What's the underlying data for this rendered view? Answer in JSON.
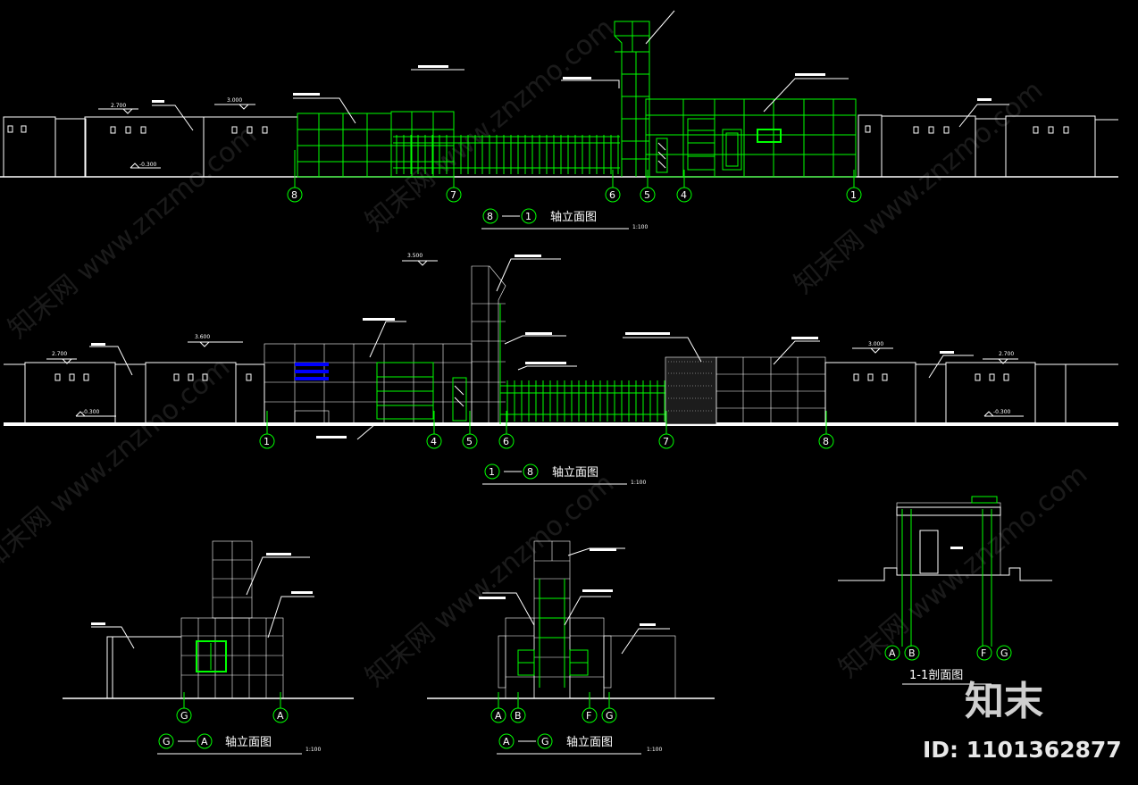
{
  "elevations": {
    "e81": {
      "from": "8",
      "to": "1",
      "label": "轴立面图",
      "scale": "1:100"
    },
    "e18": {
      "from": "1",
      "to": "8",
      "label": "轴立面图",
      "scale": "1:100"
    },
    "ega": {
      "from": "G",
      "to": "A",
      "label": "轴立面图",
      "scale": "1:100"
    },
    "eag": {
      "from": "A",
      "to": "G",
      "label": "轴立面图",
      "scale": "1:100"
    },
    "sec": {
      "label": "1-1剖面图"
    }
  },
  "levels": {
    "l1": "2.700",
    "l2": "3.000",
    "l3": "-0.300",
    "l4": "2.700",
    "l5": "3.600",
    "l6": "3.500",
    "l7": "-0.300",
    "l8": "3.000",
    "l9": "2.700",
    "l10": "-0.300"
  },
  "watermark": {
    "text": "知末网 www.znzmo.com"
  },
  "brand": {
    "logo": "知末",
    "id": "ID: 1101362877"
  },
  "colors": {
    "line": "#00ff00",
    "accent": "#0000ff",
    "text": "#ffffff",
    "bg": "#000000"
  }
}
